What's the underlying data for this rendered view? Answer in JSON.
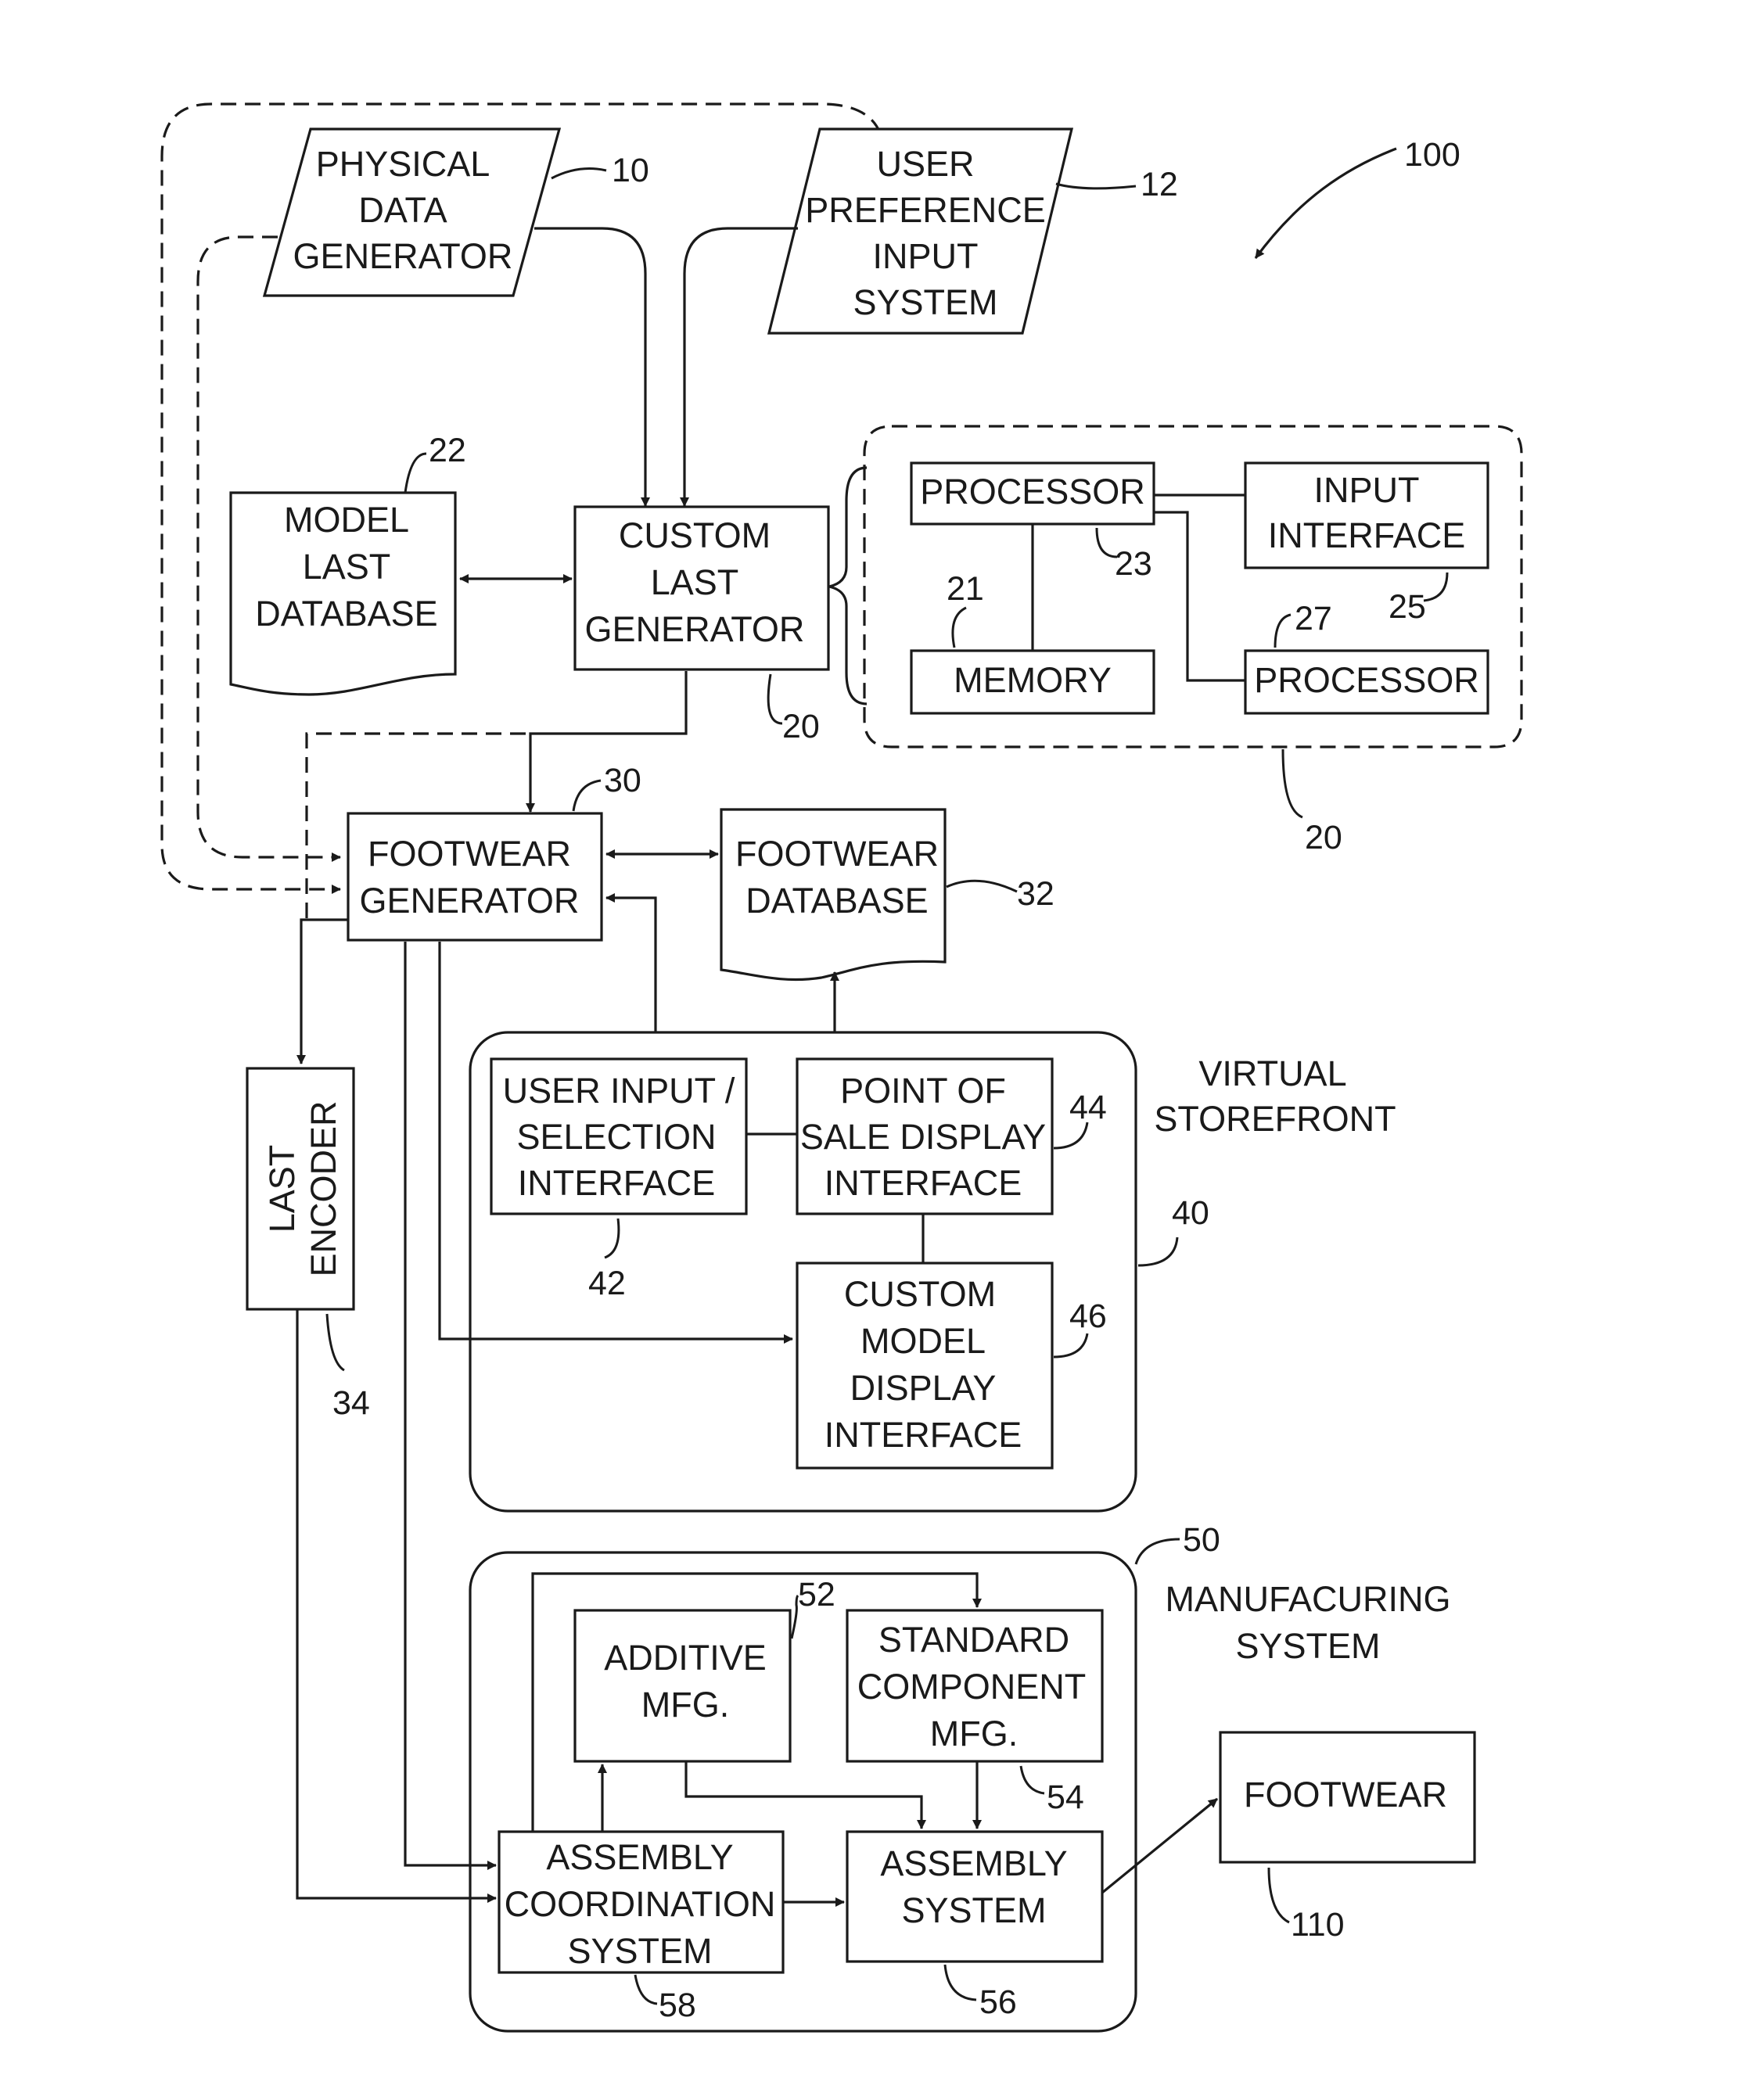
{
  "figure_ref": "100",
  "blocks": {
    "physical_data_generator": {
      "lines": [
        "PHYSICAL",
        "DATA",
        "GENERATOR"
      ],
      "ref": "10"
    },
    "user_preference_input": {
      "lines": [
        "USER",
        "PREFERENCE",
        "INPUT",
        "SYSTEM"
      ],
      "ref": "12"
    },
    "model_last_database": {
      "lines": [
        "MODEL",
        "LAST",
        "DATABASE"
      ],
      "ref": "22"
    },
    "custom_last_generator": {
      "lines": [
        "CUSTOM",
        "LAST",
        "GENERATOR"
      ],
      "ref": "20"
    },
    "computer_system": {
      "ref": "20",
      "processor_a": {
        "label": "PROCESSOR",
        "ref": "23"
      },
      "input_interface": {
        "lines": [
          "INPUT",
          "INTERFACE"
        ],
        "ref": "25"
      },
      "memory": {
        "label": "MEMORY",
        "ref": "21"
      },
      "processor_b": {
        "label": "PROCESSOR",
        "ref": "27"
      }
    },
    "footwear_generator": {
      "lines": [
        "FOOTWEAR",
        "GENERATOR"
      ],
      "ref": "30"
    },
    "footwear_database": {
      "lines": [
        "FOOTWEAR",
        "DATABASE"
      ],
      "ref": "32"
    },
    "last_encoder": {
      "lines": [
        "LAST",
        "ENCODER"
      ],
      "ref": "34"
    },
    "virtual_storefront": {
      "title_lines": [
        "VIRTUAL",
        "STOREFRONT"
      ],
      "ref": "40",
      "user_input_selection": {
        "lines": [
          "USER INPUT /",
          "SELECTION",
          "INTERFACE"
        ],
        "ref": "42"
      },
      "point_of_sale_display": {
        "lines": [
          "POINT OF",
          "SALE DISPLAY",
          "INTERFACE"
        ],
        "ref": "44"
      },
      "custom_model_display": {
        "lines": [
          "CUSTOM",
          "MODEL",
          "DISPLAY",
          "INTERFACE"
        ],
        "ref": "46"
      }
    },
    "manufacturing_system": {
      "title_lines": [
        "MANUFACURING",
        "SYSTEM"
      ],
      "ref": "50",
      "additive_mfg": {
        "lines": [
          "ADDITIVE",
          "MFG."
        ],
        "ref": "52"
      },
      "standard_component_mfg": {
        "lines": [
          "STANDARD",
          "COMPONENT",
          "MFG."
        ],
        "ref": "54"
      },
      "assembly_system": {
        "lines": [
          "ASSEMBLY",
          "SYSTEM"
        ],
        "ref": "56"
      },
      "assembly_coordination": {
        "lines": [
          "ASSEMBLY",
          "COORDINATION",
          "SYSTEM"
        ],
        "ref": "58"
      }
    },
    "footwear": {
      "label": "FOOTWEAR",
      "ref": "110"
    }
  }
}
